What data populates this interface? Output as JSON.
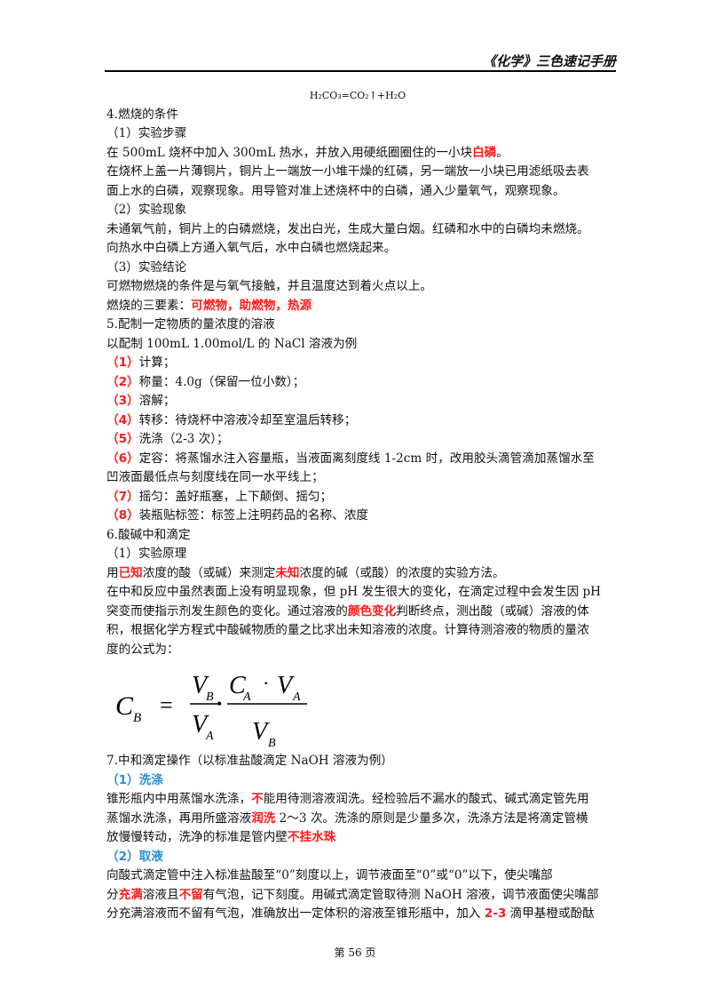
{
  "header": {
    "title": "《化学》三色速记手册"
  },
  "lines": [
    {
      "cls": "center",
      "segs": [
        [
          "",
          "H₂CO₃=CO₂↑+H₂O"
        ]
      ]
    },
    {
      "segs": [
        [
          "",
          "4.燃烧的条件"
        ]
      ]
    },
    {
      "segs": [
        [
          "",
          "（1）实验步骤"
        ]
      ]
    },
    {
      "segs": [
        [
          "",
          "在 500mL 烧杯中加入 300mL 热水，并放入用硬纸圈圈住的一小块"
        ],
        [
          "red",
          "白磷"
        ],
        [
          "",
          "。"
        ]
      ]
    },
    {
      "segs": [
        [
          "",
          "在烧杯上盖一片薄铜片，铜片上一端放一小堆干燥的红磷，另一端放一小块已用滤纸吸去表"
        ]
      ]
    },
    {
      "segs": [
        [
          "",
          "面上水的白磷，观察现象。用导管对准上述烧杯中的白磷，通入少量氧气，观察现象。"
        ]
      ]
    },
    {
      "segs": [
        [
          "",
          "（2）实验现象"
        ]
      ]
    },
    {
      "segs": [
        [
          "",
          "未通氧气前，铜片上的白磷燃烧，发出白光，生成大量白烟。红磷和水中的白磷均未燃烧。"
        ]
      ]
    },
    {
      "segs": [
        [
          "",
          "向热水中白磷上方通入氧气后，水中白磷也燃烧起来。"
        ]
      ]
    },
    {
      "segs": [
        [
          "",
          "（3）实验结论"
        ]
      ]
    },
    {
      "segs": [
        [
          "",
          "可燃物燃烧的条件是与氧气接触，并且温度达到着火点以上。"
        ]
      ]
    },
    {
      "segs": [
        [
          "",
          "燃烧的三要素："
        ],
        [
          "red",
          "可燃物，助燃物，热源"
        ]
      ]
    },
    {
      "segs": [
        [
          "",
          "5.配制一定物质的量浓度的溶液"
        ]
      ]
    },
    {
      "segs": [
        [
          "",
          "以配制 100mL 1.00mol/L 的 NaCl 溶液为例"
        ]
      ]
    },
    {
      "segs": [
        [
          "red",
          "（1）"
        ],
        [
          "",
          "计算；"
        ]
      ]
    },
    {
      "segs": [
        [
          "red",
          "（2）"
        ],
        [
          "",
          "称量：4.0g（保留一位小数）；"
        ]
      ]
    },
    {
      "segs": [
        [
          "red",
          "（3）"
        ],
        [
          "",
          "溶解；"
        ]
      ]
    },
    {
      "segs": [
        [
          "red",
          "（4）"
        ],
        [
          "",
          "转移：待烧杯中溶液冷却至室温后转移；"
        ]
      ]
    },
    {
      "segs": [
        [
          "red",
          "（5）"
        ],
        [
          "",
          "洗涤（2-3 次）；"
        ]
      ]
    },
    {
      "segs": [
        [
          "red",
          "（6）"
        ],
        [
          "",
          "定容：将蒸馏水注入容量瓶，当液面离刻度线 1-2cm 时，改用胶头滴管滴加蒸馏水至"
        ]
      ]
    },
    {
      "segs": [
        [
          "",
          "凹液面最低点与刻度线在同一水平线上；"
        ]
      ]
    },
    {
      "segs": [
        [
          "red",
          "（7）"
        ],
        [
          "",
          "摇匀：盖好瓶塞，上下颠倒、摇匀；"
        ]
      ]
    },
    {
      "segs": [
        [
          "red",
          "（8）"
        ],
        [
          "",
          "装瓶贴标签：标签上注明药品的名称、浓度"
        ]
      ]
    },
    {
      "segs": [
        [
          "",
          "6.酸碱中和滴定"
        ]
      ]
    },
    {
      "segs": [
        [
          "",
          "（1）实验原理"
        ]
      ]
    },
    {
      "segs": [
        [
          "",
          "用"
        ],
        [
          "red",
          "已知"
        ],
        [
          "",
          "浓度的酸（或碱）来测定"
        ],
        [
          "red",
          "未知"
        ],
        [
          "",
          "浓度的碱（或酸）的浓度的实验方法。"
        ]
      ]
    },
    {
      "segs": [
        [
          "",
          "在中和反应中虽然表面上没有明显现象，但 pH 发生很大的变化，在滴定过程中会发生因 pH"
        ]
      ]
    },
    {
      "segs": [
        [
          "",
          "突变而使指示剂发生颜色的变化。通过溶液的"
        ],
        [
          "red",
          "颜色变化"
        ],
        [
          "",
          "判断终点，测出酸（或碱）溶液的体"
        ]
      ]
    },
    {
      "segs": [
        [
          "",
          "积，根据化学方程式中酸碱物质的量之比求出未知溶液的浓度。计算待测溶液的物质的量浓"
        ]
      ]
    },
    {
      "segs": [
        [
          "",
          "度的公式为："
        ]
      ]
    },
    {
      "formula": true
    },
    {
      "segs": [
        [
          "",
          "7.中和滴定操作（以标准盐酸滴定 NaOH 溶液为例）"
        ]
      ]
    },
    {
      "segs": [
        [
          "blue",
          "（1）洗涤"
        ]
      ]
    },
    {
      "segs": [
        [
          "",
          "锥形瓶内中用蒸馏水洗涤，"
        ],
        [
          "red",
          "不"
        ],
        [
          "",
          "能用待测溶液润洗。经检验后不漏水的酸式、碱式滴定管先用"
        ]
      ]
    },
    {
      "segs": [
        [
          "",
          "蒸馏水洗涤，再用所盛溶液"
        ],
        [
          "red",
          "润洗"
        ],
        [
          "",
          " 2～3 次。洗涤的原则是少量多次，洗涤方法是将滴定管横"
        ]
      ]
    },
    {
      "segs": [
        [
          "",
          "放慢慢转动，洗净的标准是管内壁"
        ],
        [
          "red",
          "不挂水珠"
        ]
      ]
    },
    {
      "segs": [
        [
          "blue",
          "（2）取液"
        ]
      ]
    },
    {
      "segs": [
        [
          "",
          "向酸式滴定管中注入标准盐酸至“0”刻度以上，调节液面至“0”或“0”以下，使尖嘴部"
        ]
      ]
    },
    {
      "segs": [
        [
          "",
          "分"
        ],
        [
          "red",
          "充满"
        ],
        [
          "",
          "溶液且"
        ],
        [
          "red",
          "不留"
        ],
        [
          "",
          "有气泡，记下刻度。用碱式滴定管取待测 NaOH 溶液，调节液面使尖嘴部"
        ]
      ]
    },
    {
      "segs": [
        [
          "",
          "分充满溶液而不留有气泡，准确放出一定体积的溶液至锥形瓶中，加入 "
        ],
        [
          "red",
          "2-3"
        ],
        [
          "",
          " 滴甲基橙或酚酞"
        ]
      ]
    }
  ],
  "formula": {
    "lhs": "C",
    "lhs_sub": "B",
    "eq": "=",
    "f1_num": "V",
    "f1_num_sub": "B",
    "f1_den": "V",
    "f1_den_sub": "A",
    "dot": "•",
    "f2_num_a": "C",
    "f2_num_a_sub": "A",
    "f2_num_mid": "·",
    "f2_num_b": "V",
    "f2_num_b_sub": "A",
    "f2_den": "V",
    "f2_den_sub": "B"
  },
  "footer": {
    "page_label": "第 56 页"
  }
}
